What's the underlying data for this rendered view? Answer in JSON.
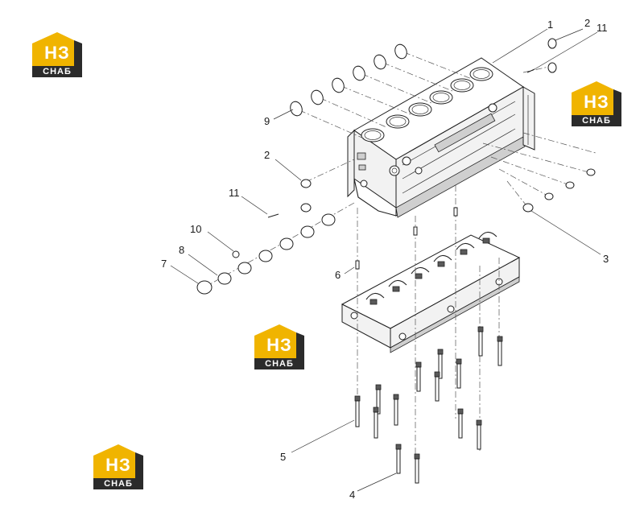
{
  "callouts": [
    "1",
    "2",
    "11",
    "3",
    "9",
    "2",
    "11",
    "10",
    "8",
    "7",
    "6",
    "5",
    "4"
  ],
  "logos": [
    {
      "top_text": "НЗ",
      "bottom_text": "СНАБ"
    },
    {
      "top_text": "НЗ",
      "bottom_text": "СНАБ"
    },
    {
      "top_text": "НЗ",
      "bottom_text": "СНАБ"
    },
    {
      "top_text": "НЗ",
      "bottom_text": "СНАБ"
    }
  ],
  "colors": {
    "logo_yellow": "#f0b400",
    "logo_dark": "#2b2b2b",
    "line": "#222222"
  }
}
